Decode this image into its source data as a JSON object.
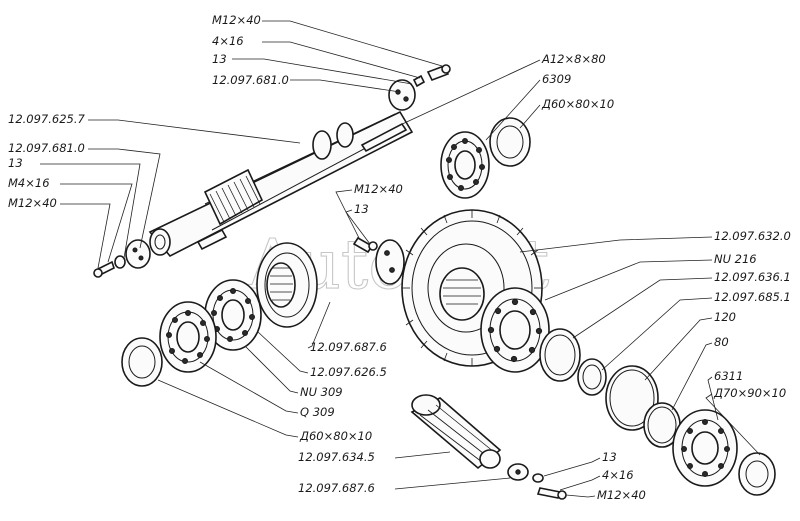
{
  "watermark": "AutoSoft",
  "labels": [
    "M12×40",
    "4×16",
    "13",
    "12.097.681.0",
    "A12×8×80",
    "6309",
    "Д60×80×10",
    "12.097.625.7",
    "12.097.681.0",
    "13",
    "M4×16",
    "M12×40",
    "M12×40",
    "13",
    "12.097.632.0",
    "NU 216",
    "12.097.636.1",
    "12.097.685.1",
    "120",
    "80",
    "6311",
    "Д70×90×10",
    "12.097.687.6",
    "12.097.626.5",
    "NU 309",
    "Q 309",
    "Д60×80×10",
    "12.097.634.5",
    "12.097.687.6",
    "13",
    "4×16",
    "M12×40"
  ]
}
